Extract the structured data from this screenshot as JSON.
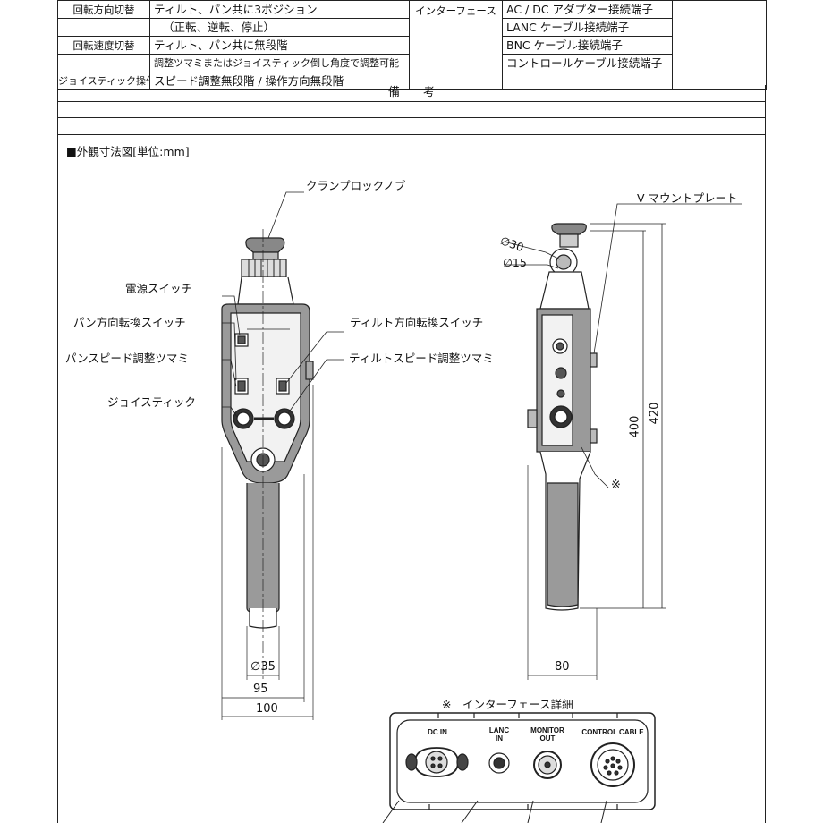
{
  "spec_table": {
    "rows": [
      {
        "label": "回転方向切替",
        "value": "ティルト、パン共に3ポジション"
      },
      {
        "label": "",
        "value": "（正転、逆転、停止）"
      },
      {
        "label": "回転速度切替",
        "value": "ティルト、パン共に無段階"
      },
      {
        "label": "",
        "value": "調整ツマミまたはジョイスティック倒し角度で調整可能"
      },
      {
        "label": "ジョイスティック操作",
        "value": "スピード調整無段階 / 操作方向無段階"
      }
    ],
    "interface_label": "インターフェース",
    "interface_items": [
      "AC / DC アダプター接続端子",
      "LANC ケーブル接続端子",
      "BNC ケーブル接続端子",
      "コントロールケーブル接続端子"
    ]
  },
  "remarks_label": "備　　考",
  "section_title": "■外観寸法図[単位:mm]",
  "front_labels": {
    "clamp_knob": "クランプロックノブ",
    "power_switch": "電源スイッチ",
    "pan_dir_switch": "パン方向転換スイッチ",
    "pan_speed_knob": "パンスピード調整ツマミ",
    "joystick": "ジョイスティック",
    "tilt_dir_switch": "ティルト方向転換スイッチ",
    "tilt_speed_knob": "ティルトスピード調整ツマミ"
  },
  "front_dims": {
    "d35": "∅35",
    "w95": "95",
    "w100": "100"
  },
  "side_labels": {
    "v_mount": "V マウントプレート",
    "d30": "∅30",
    "d15": "∅15",
    "h400": "400",
    "h420": "420",
    "w80": "80",
    "asterisk": "※"
  },
  "interface_detail": {
    "title": "※　インターフェース詳細",
    "ports": [
      {
        "name": "dc-in",
        "label": "DC IN"
      },
      {
        "name": "lanc-in",
        "label": "LANC\nIN"
      },
      {
        "name": "monitor-out",
        "label": "MONITOR\nOUT"
      },
      {
        "name": "control-cable",
        "label": "CONTROL CABLE"
      }
    ]
  },
  "colors": {
    "line": "#222222",
    "body_gray": "#888888",
    "panel": "#f2f2f2"
  }
}
